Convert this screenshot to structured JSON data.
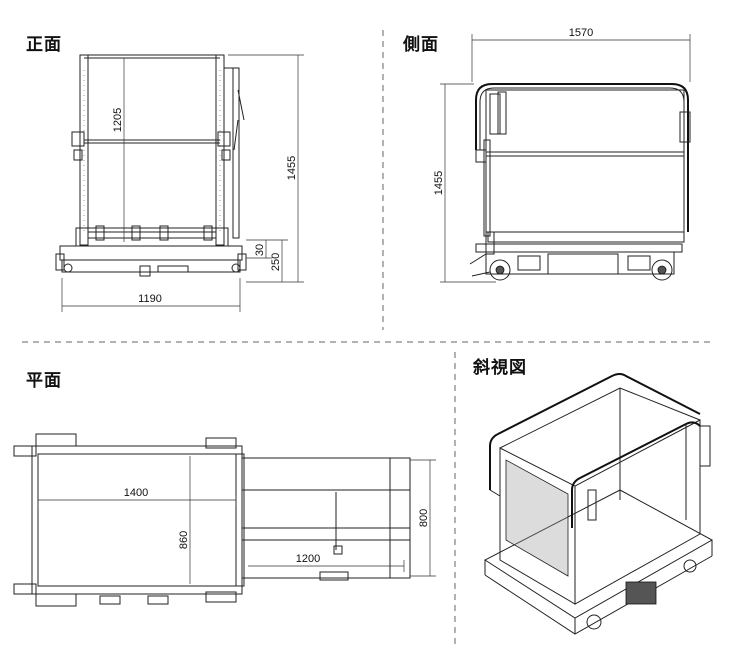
{
  "views": {
    "front": {
      "title": "正面",
      "dims": {
        "width": "1190",
        "inner_height": "1205",
        "total_height": "1455",
        "base_height": "250",
        "step": "30"
      }
    },
    "side": {
      "title": "側面",
      "dims": {
        "length": "1570",
        "height": "1455"
      }
    },
    "plan": {
      "title": "平面",
      "dims": {
        "deck_length": "1400",
        "deck_width": "860",
        "ext_length": "1200",
        "ext_width": "800"
      }
    },
    "oblique": {
      "title": "斜視図"
    }
  }
}
